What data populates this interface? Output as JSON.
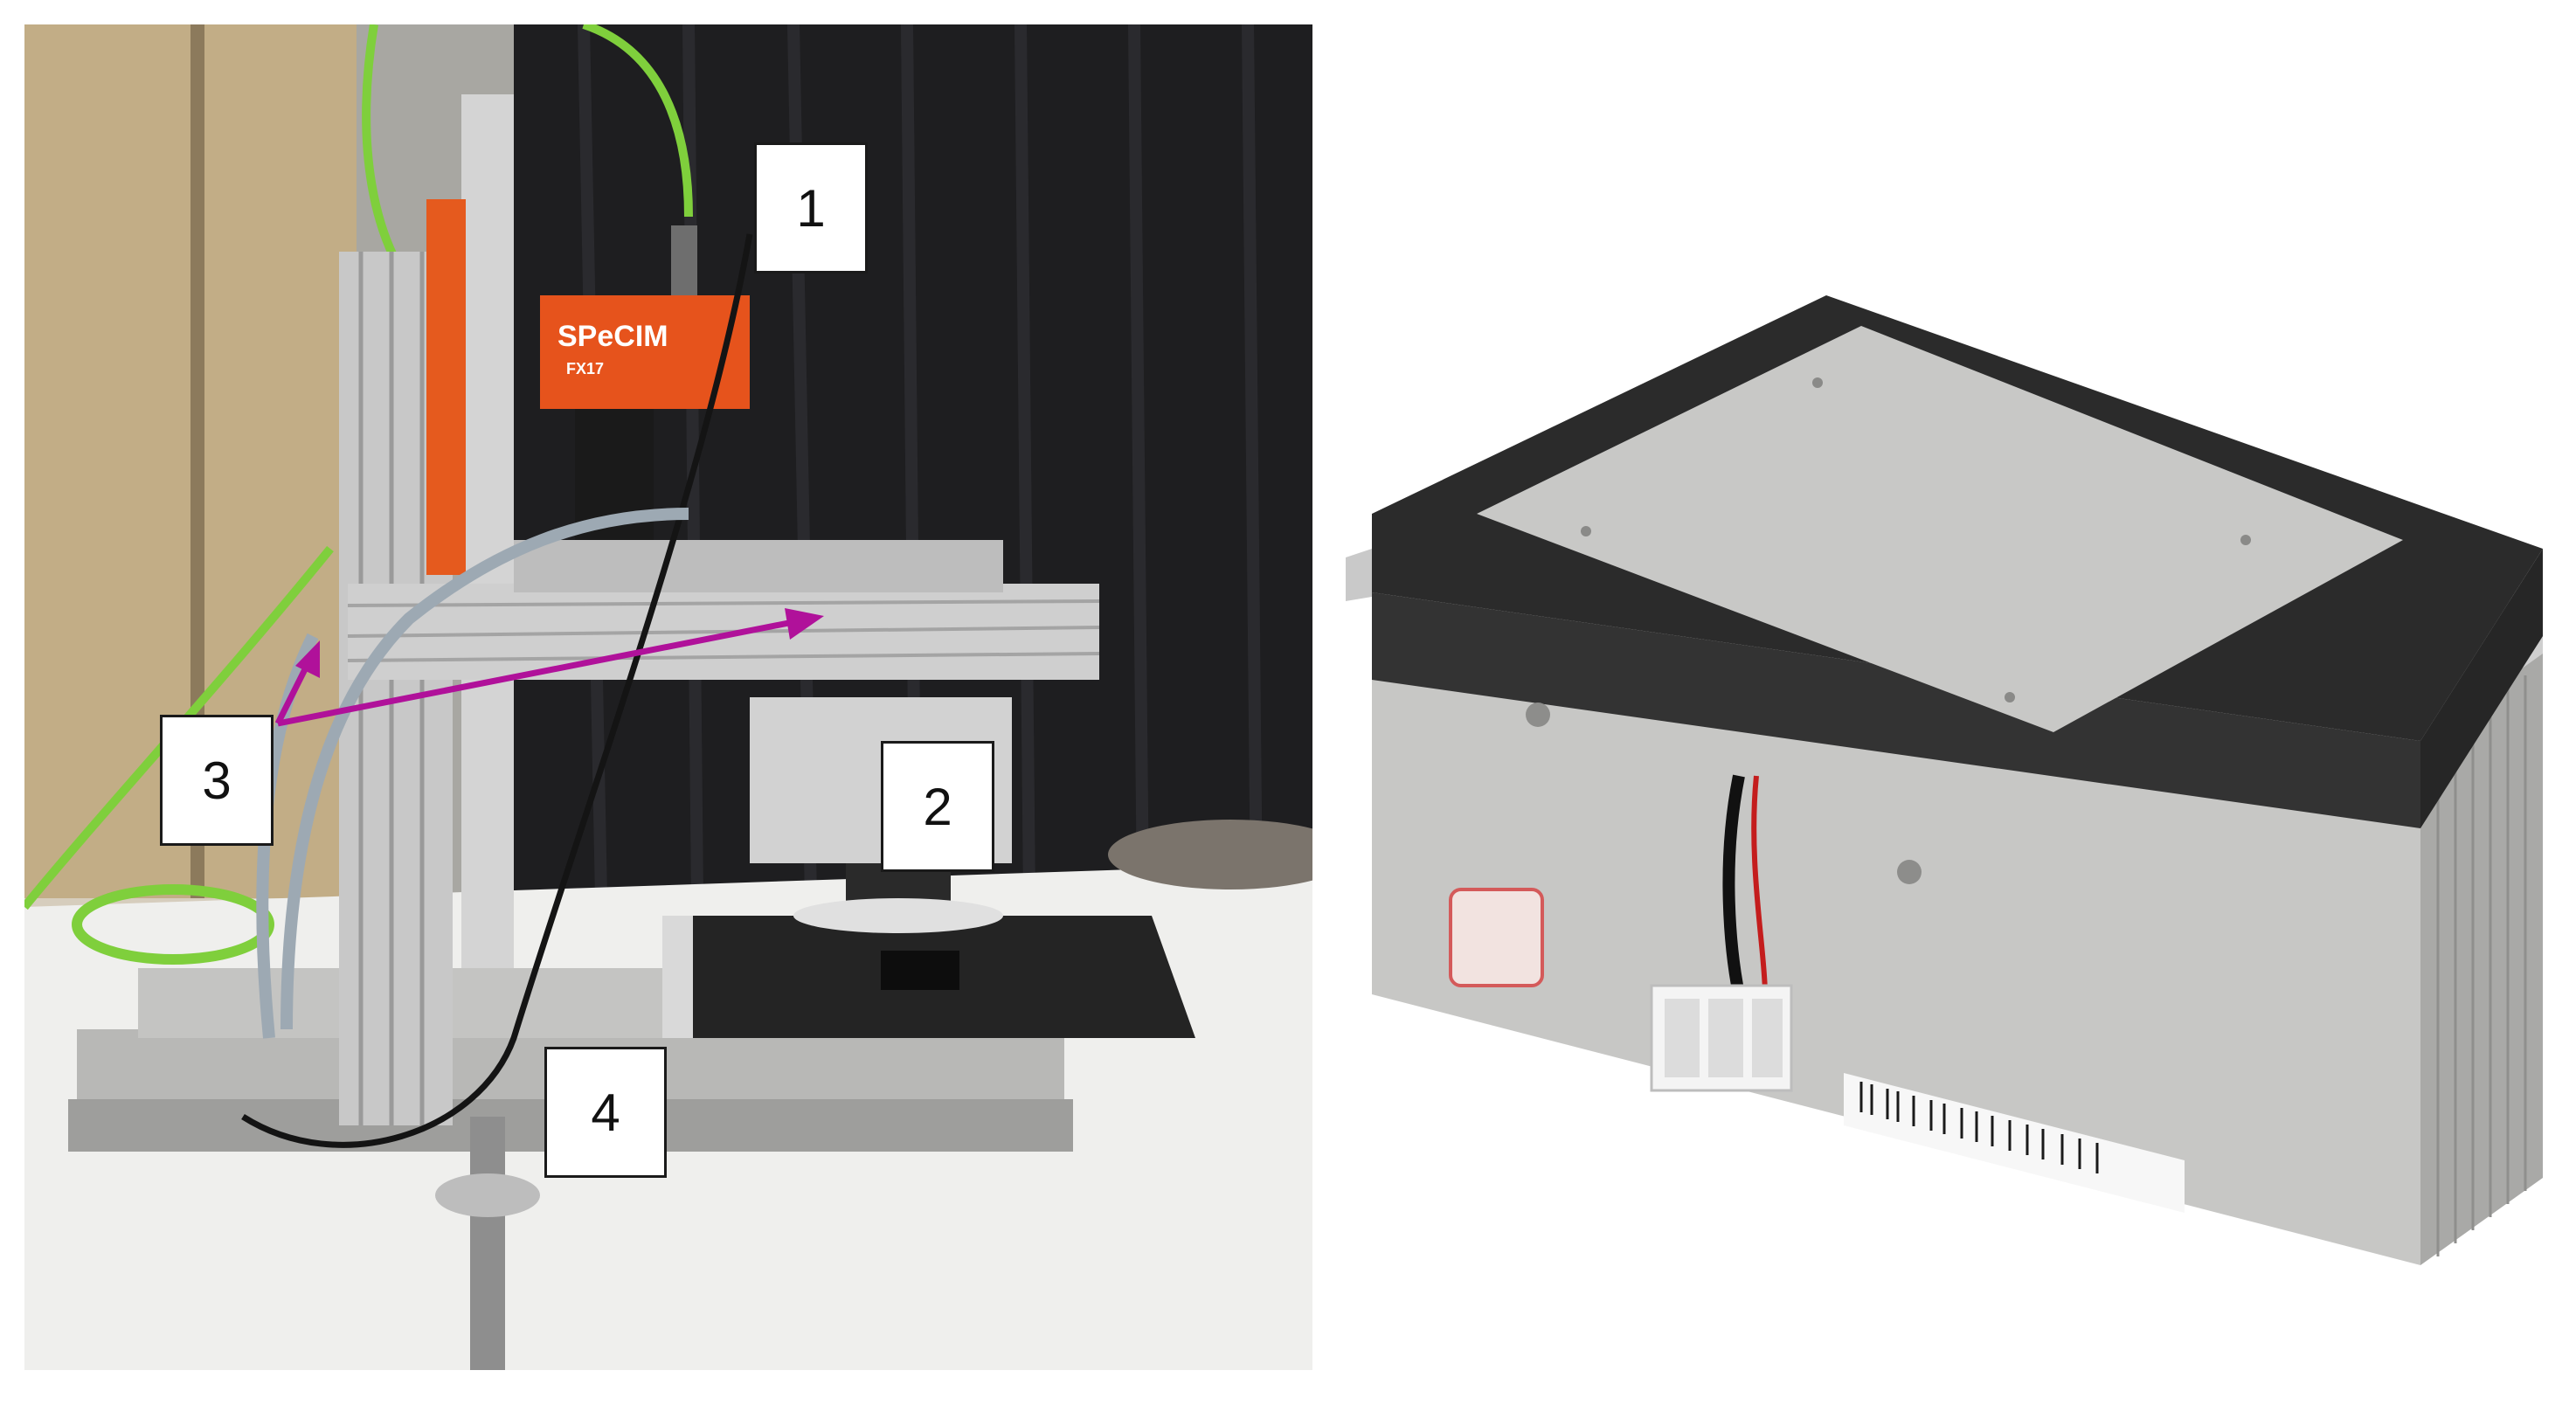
{
  "figure": {
    "left_photo": {
      "camera_brand": "SPeCIM",
      "camera_model": "FX17",
      "callouts": [
        {
          "id": "1",
          "text": "1"
        },
        {
          "id": "2",
          "text": "2"
        },
        {
          "id": "3",
          "text": "3"
        },
        {
          "id": "4",
          "text": "4"
        }
      ],
      "arrow_color": "#b0119a"
    },
    "right_photo": {
      "subject_icon": "peltier-cooling-module-photo"
    }
  }
}
